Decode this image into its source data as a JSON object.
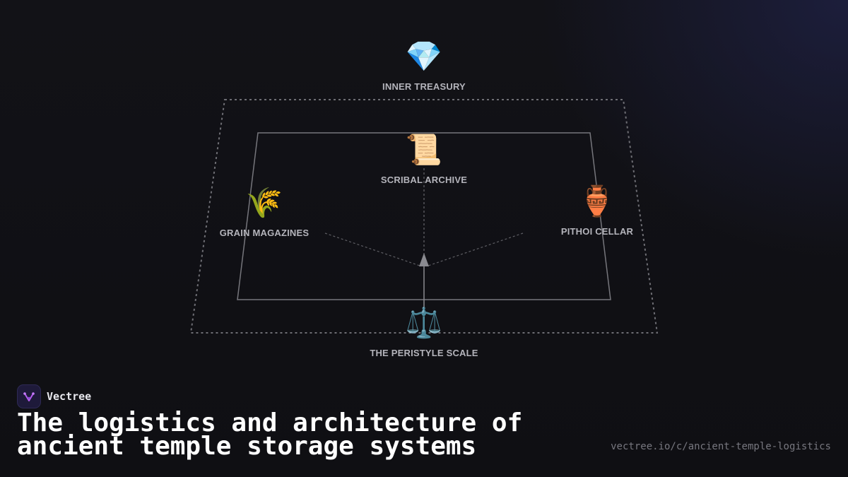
{
  "diagram": {
    "nodes": {
      "treasury": {
        "icon": "💎",
        "icon_name": "gem-icon",
        "label": "INNER TREASURY"
      },
      "archive": {
        "icon": "📜",
        "icon_name": "scroll-icon",
        "label": "SCRIBAL ARCHIVE"
      },
      "grain": {
        "icon": "🌾",
        "icon_name": "wheat-icon",
        "label": "GRAIN MAGAZINES"
      },
      "pithoi": {
        "icon": "🏺",
        "icon_name": "amphora-icon",
        "label": "PITHOI CELLAR"
      },
      "scale": {
        "icon": "⚖️",
        "icon_name": "balance-scale-icon",
        "label": "THE PERISTYLE SCALE"
      }
    }
  },
  "brand": {
    "name": "Vectree",
    "logo_color": "#b45cf0"
  },
  "headline": "The logistics and architecture of ancient temple storage systems",
  "url": "vectree.io/c/ancient-temple-logistics",
  "colors": {
    "background": "#111116",
    "line": "#7a7a80",
    "label": "#b4b4bb"
  }
}
